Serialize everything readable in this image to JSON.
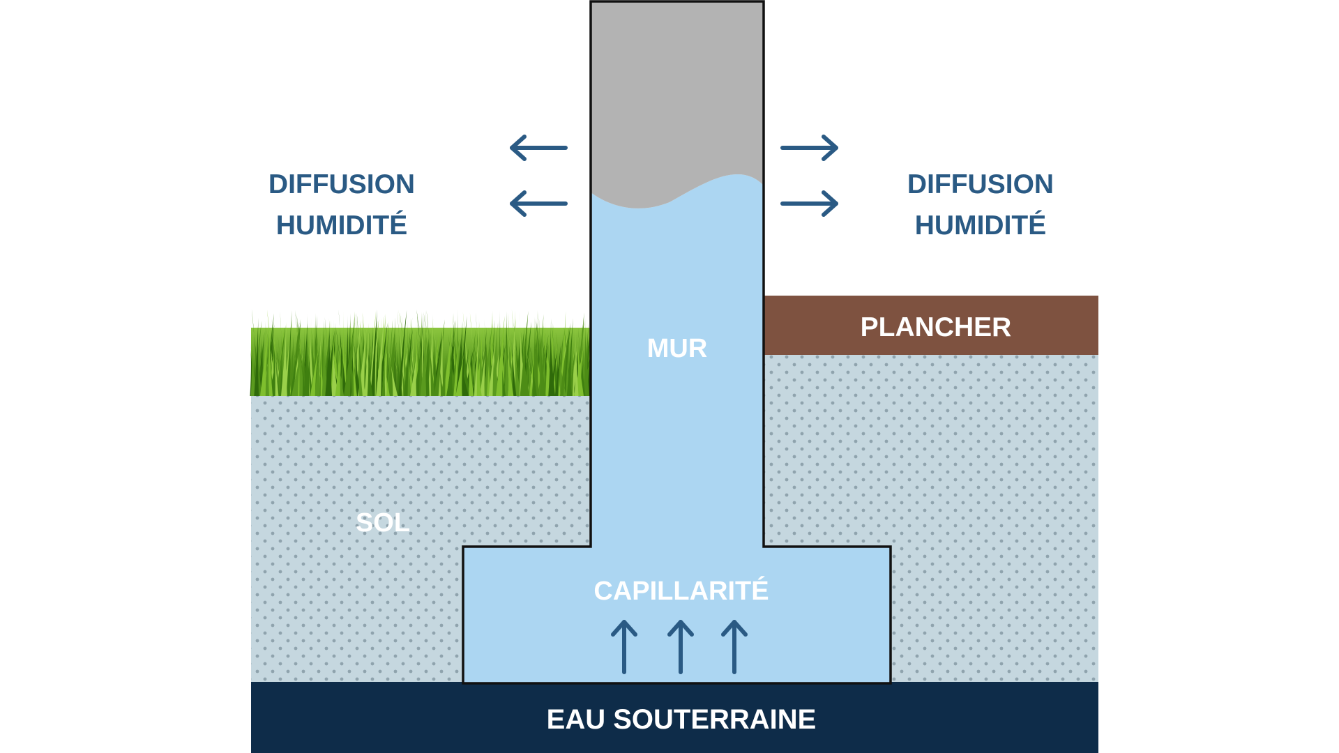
{
  "diagram": {
    "left_diffusion": {
      "line1": "DIFFUSION",
      "line2": "HUMIDITÉ"
    },
    "right_diffusion": {
      "line1": "DIFFUSION",
      "line2": "HUMIDITÉ"
    },
    "wall_label": "MUR",
    "floor_label": "PLANCHER",
    "soil_label": "SOL",
    "footing_label": "CAPILLARITÉ",
    "groundwater_label": "EAU SOUTERRAINE"
  },
  "colors": {
    "arrow_text": "#2a5a84",
    "wet_wall": "#acd6f2",
    "dry_wall": "#b3b3b3",
    "soil": "#c5d7df",
    "soil_dots": "#8fa3ad",
    "floor": "#7e5240",
    "groundwater": "#0e2c49",
    "grass_dark": "#3f7f10",
    "grass_light": "#7fbf2e",
    "outline": "#111111",
    "label_white": "#ffffff"
  },
  "icons": [
    "arrow-left-icon",
    "arrow-right-icon",
    "arrow-up-icon",
    "grass-texture"
  ]
}
